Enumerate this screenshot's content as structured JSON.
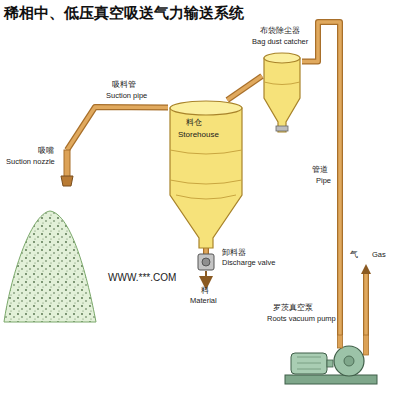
{
  "diagram": {
    "title": "稀相中、低压真空吸送气力输送系统",
    "nodes": [
      {
        "text": [
          "吸嘴",
          "Suction nozzle"
        ]
      },
      {
        "text": [
          "料仓",
          "Storehouse"
        ]
      },
      {
        "text": [
          "布袋除尘器",
          "Bag dust catcher"
        ]
      },
      {
        "text": [
          "卸料器",
          "Discharge valve"
        ]
      },
      {
        "text": [
          "罗茨真空泵",
          "Roots vacuum pump"
        ]
      }
    ],
    "edges": [
      {
        "from": 0,
        "to": 1,
        "arrow": "none"
      },
      {
        "from": 1,
        "to": 2,
        "arrow": "none"
      },
      {
        "from": 2,
        "to": 4,
        "arrow": "none"
      },
      {
        "from": 1,
        "to": 3,
        "arrow": "none"
      }
    ],
    "labels": [
      "吸料管",
      "Suction pipe",
      "管道",
      "Pipe",
      "气",
      "Gas",
      "料",
      "Material",
      "WWW.***.COM"
    ]
  }
}
